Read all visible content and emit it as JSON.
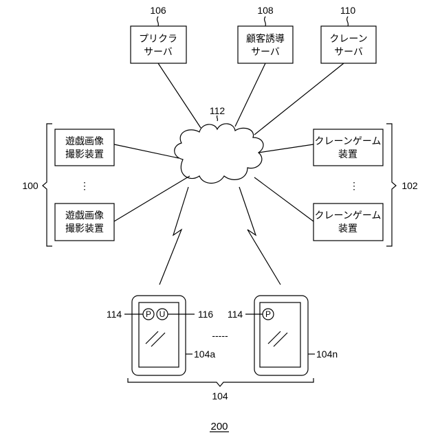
{
  "servers": [
    {
      "ref": "106",
      "lines": [
        "プリクラ",
        "サーバ"
      ]
    },
    {
      "ref": "108",
      "lines": [
        "顧客誘導",
        "サーバ"
      ]
    },
    {
      "ref": "110",
      "lines": [
        "クレーン",
        "サーバ"
      ]
    }
  ],
  "network": {
    "ref": "112"
  },
  "left_group": {
    "ref": "100",
    "devices": [
      {
        "lines": [
          "遊戯画像",
          "撮影装置"
        ]
      },
      {
        "lines": [
          "遊戯画像",
          "撮影装置"
        ]
      }
    ],
    "ellipsis": "⋮"
  },
  "right_group": {
    "ref": "102",
    "devices": [
      {
        "lines": [
          "クレーンゲーム",
          "装置"
        ]
      },
      {
        "lines": [
          "クレーンゲーム",
          "装置"
        ]
      }
    ],
    "ellipsis": "⋮"
  },
  "terminals": {
    "ref": "104",
    "between": "-----",
    "items": [
      {
        "ref": "104a",
        "icons": [
          {
            "letter": "P",
            "ref": "114"
          },
          {
            "letter": "U",
            "ref": "116"
          }
        ]
      },
      {
        "ref": "104n",
        "icons": [
          {
            "letter": "P",
            "ref": "114"
          }
        ]
      }
    ]
  },
  "figure": {
    "ref": "200"
  }
}
